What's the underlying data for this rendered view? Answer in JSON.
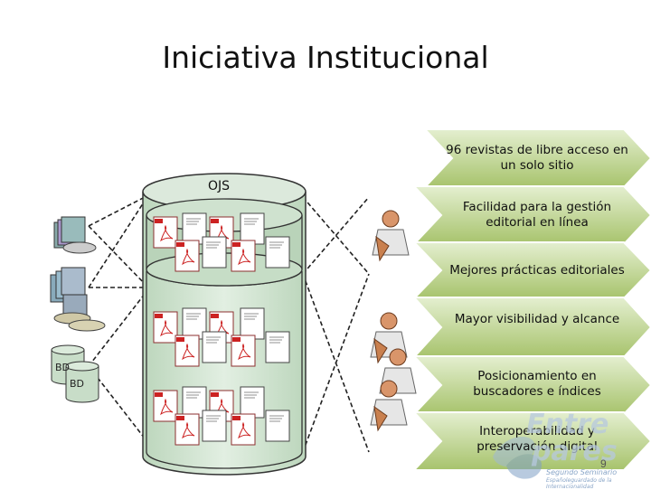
{
  "title": "Iniciativa Institucional",
  "cylinder_label": "OJS",
  "db_labels": [
    "BD",
    "BD"
  ],
  "arrows": [
    "96 revistas de libre acceso en un solo sitio",
    "Facilidad para la gestión editorial en línea",
    "Mejores prácticas editoriales",
    "Mayor visibilidad y alcance",
    "Posicionamiento en buscadores e índices",
    "Interoperabilidad y preservación digital"
  ],
  "colors": {
    "arrow_fill_top": "#d6e7b8",
    "arrow_fill_bottom": "#9bbb59",
    "cylinder_fill": "#cfe2cf",
    "cylinder_stroke": "#333333"
  },
  "watermark": {
    "line1": "Entre",
    "line2": "pares",
    "line3": "Segundo Seminario",
    "line4": "Españoleguardado de la Internacionalidad"
  },
  "slide_number": "9"
}
